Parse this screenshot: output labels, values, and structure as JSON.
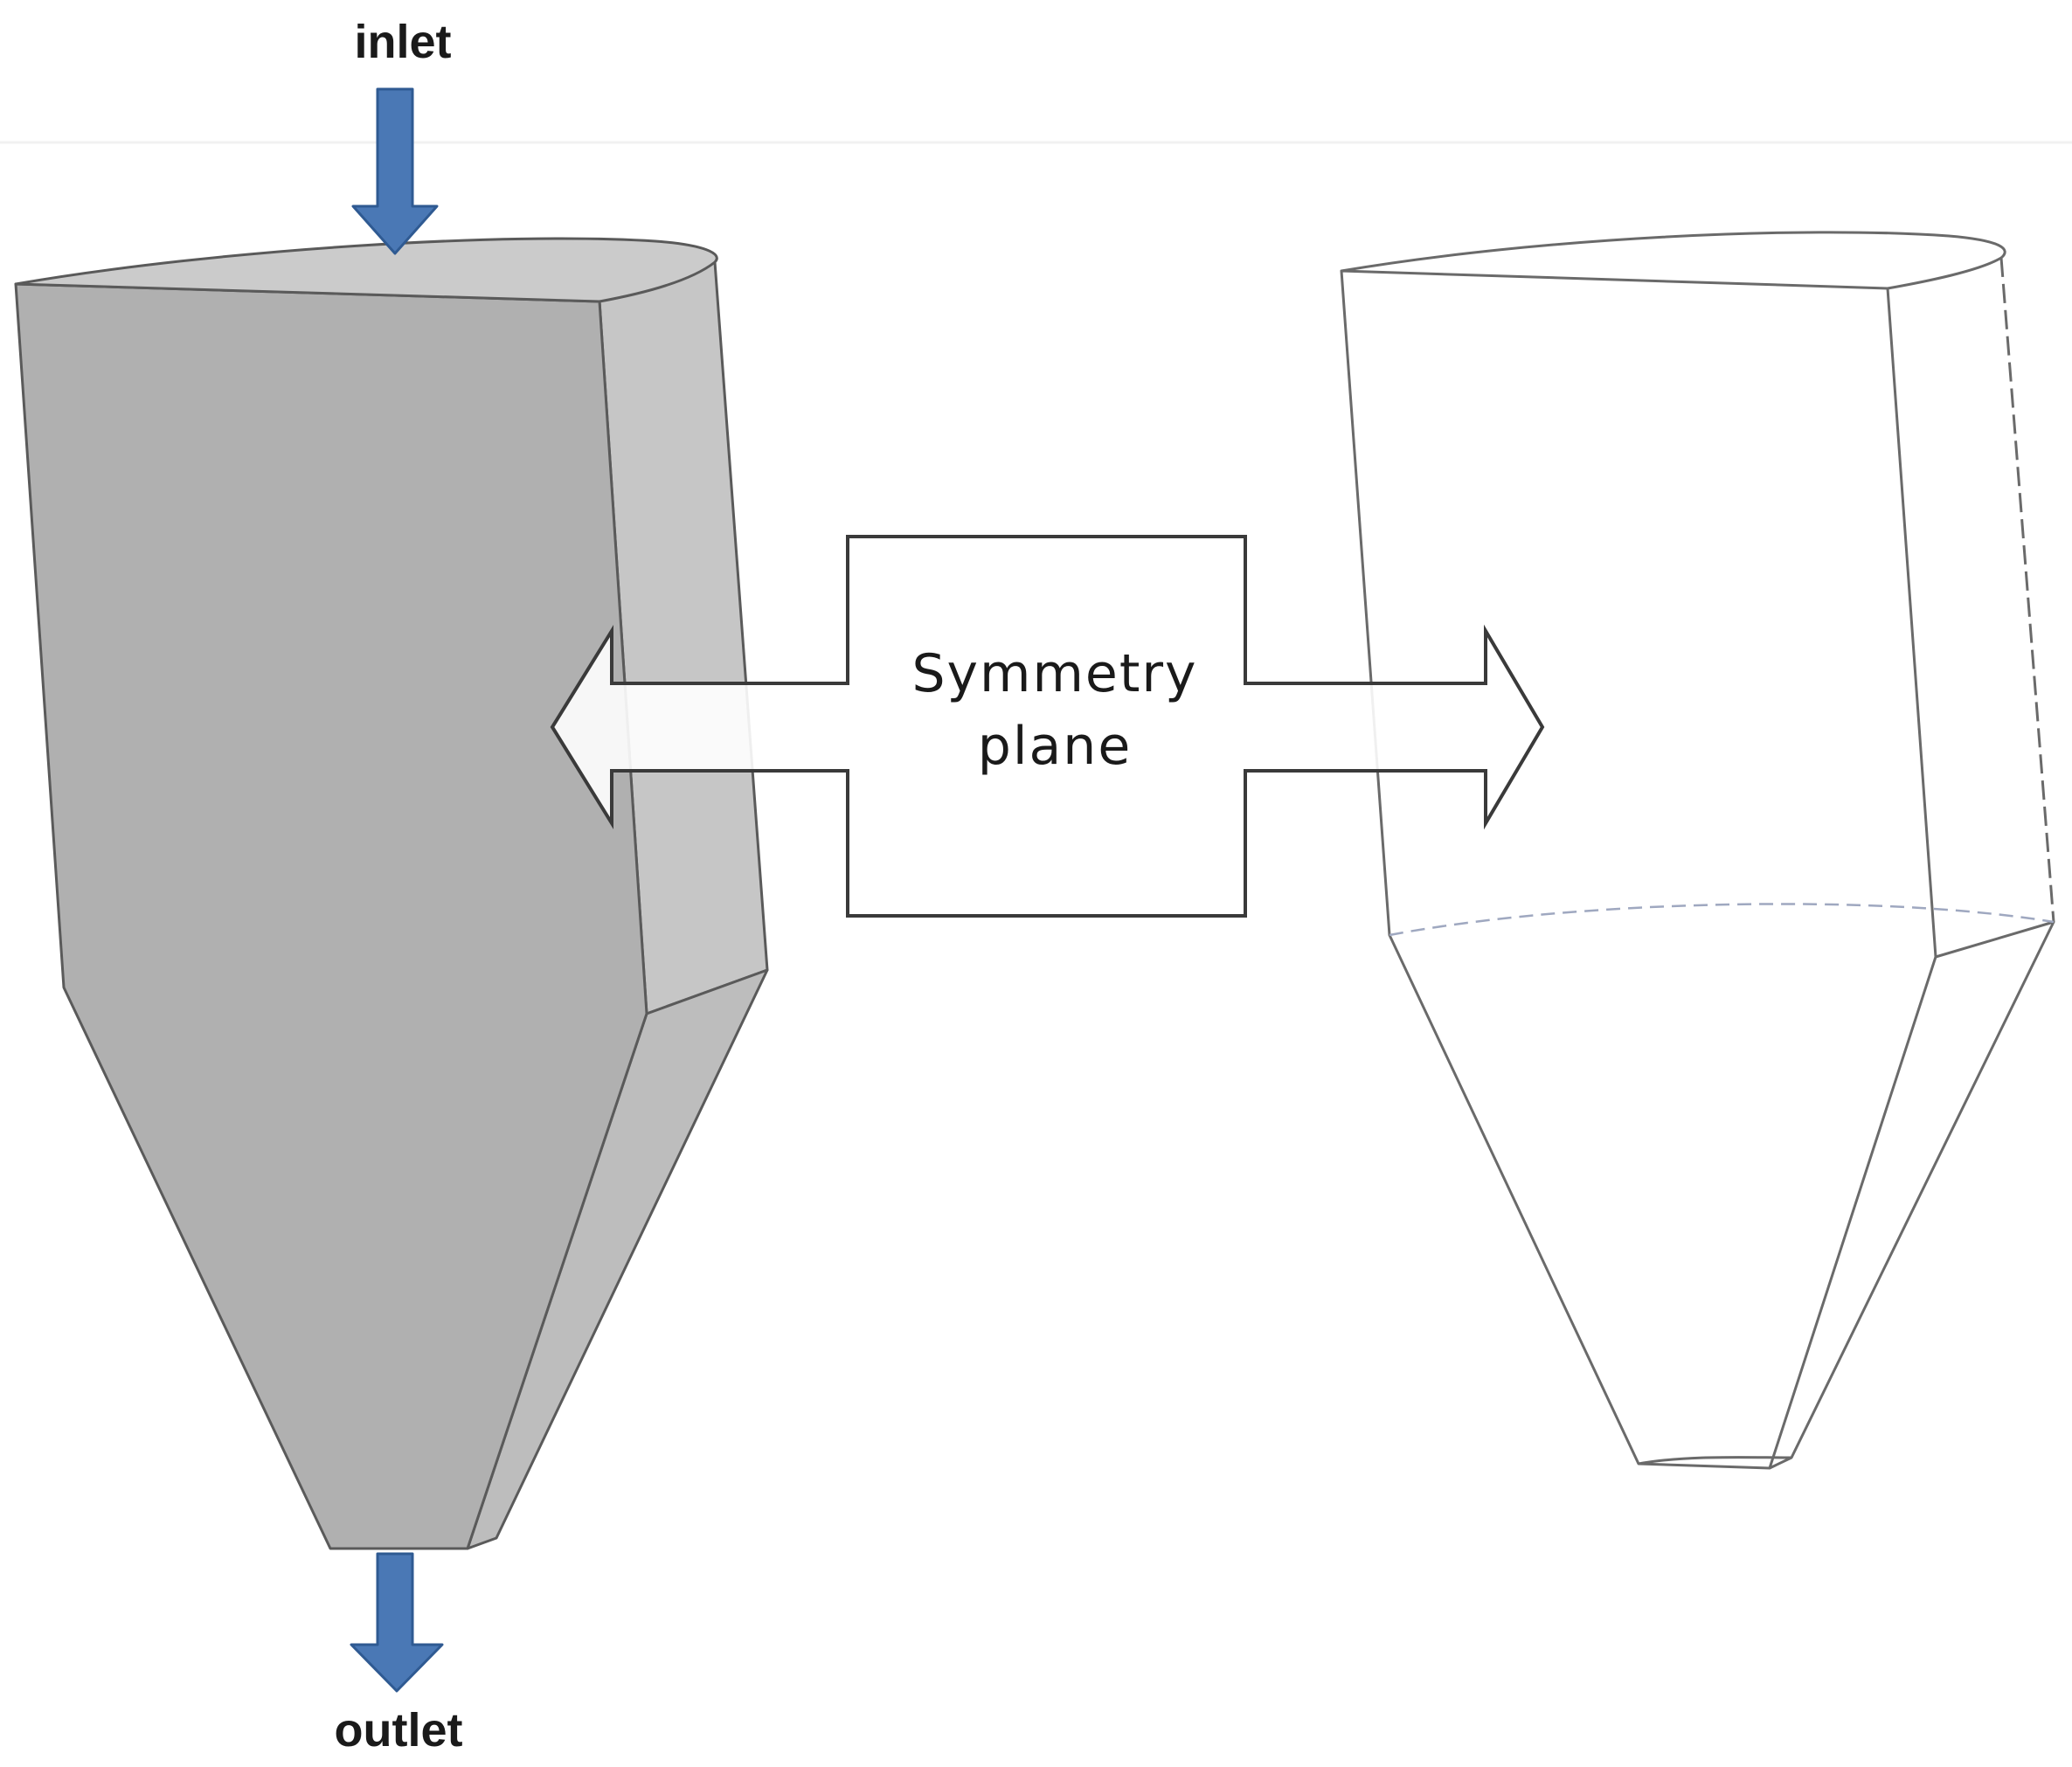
{
  "labels": {
    "inlet": "inlet",
    "outlet": "outlet",
    "symmetry_line1": "Symmetry",
    "symmetry_line2": "plane"
  },
  "colors": {
    "flow_arrow": "#4a78b5",
    "solid_front_face": "#b0b0b0",
    "solid_side_face": "#c7c7c7",
    "solid_top_face": "#cdcdcd",
    "outline": "#555555",
    "wireframe": "#6a6a6a"
  },
  "icons": {
    "inlet_arrow": "arrow-down-icon",
    "outlet_arrow": "arrow-down-icon",
    "symmetry_arrow": "double-arrow-icon"
  }
}
